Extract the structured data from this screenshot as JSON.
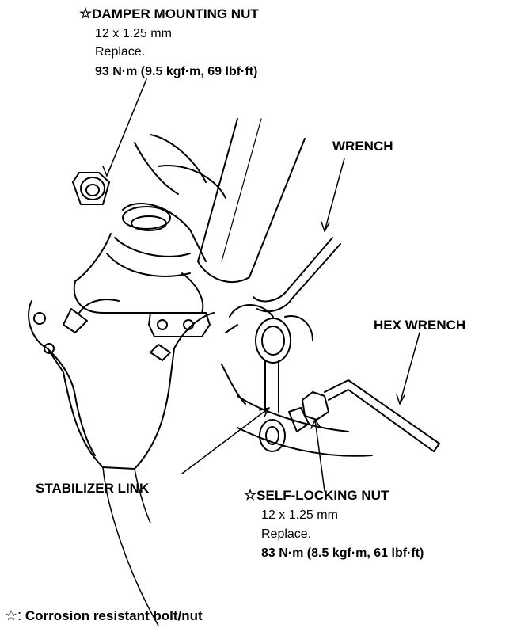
{
  "star_symbol": "☆",
  "damper_nut": {
    "title": "DAMPER MOUNTING NUT",
    "size": "12 x 1.25 mm",
    "note": "Replace.",
    "torque": "93 N·m (9.5 kgf·m, 69 lbf·ft)"
  },
  "wrench_label": "WRENCH",
  "hex_wrench_label": "HEX WRENCH",
  "stabilizer_link_label": "STABILIZER LINK",
  "self_locking_nut": {
    "title": "SELF-LOCKING NUT",
    "size": "12 x 1.25 mm",
    "note": "Replace.",
    "torque": "83 N·m (8.5 kgf·m, 61 lbf·ft)"
  },
  "footnote": {
    "symbol": "☆:",
    "text": "Corrosion resistant bolt/nut"
  }
}
